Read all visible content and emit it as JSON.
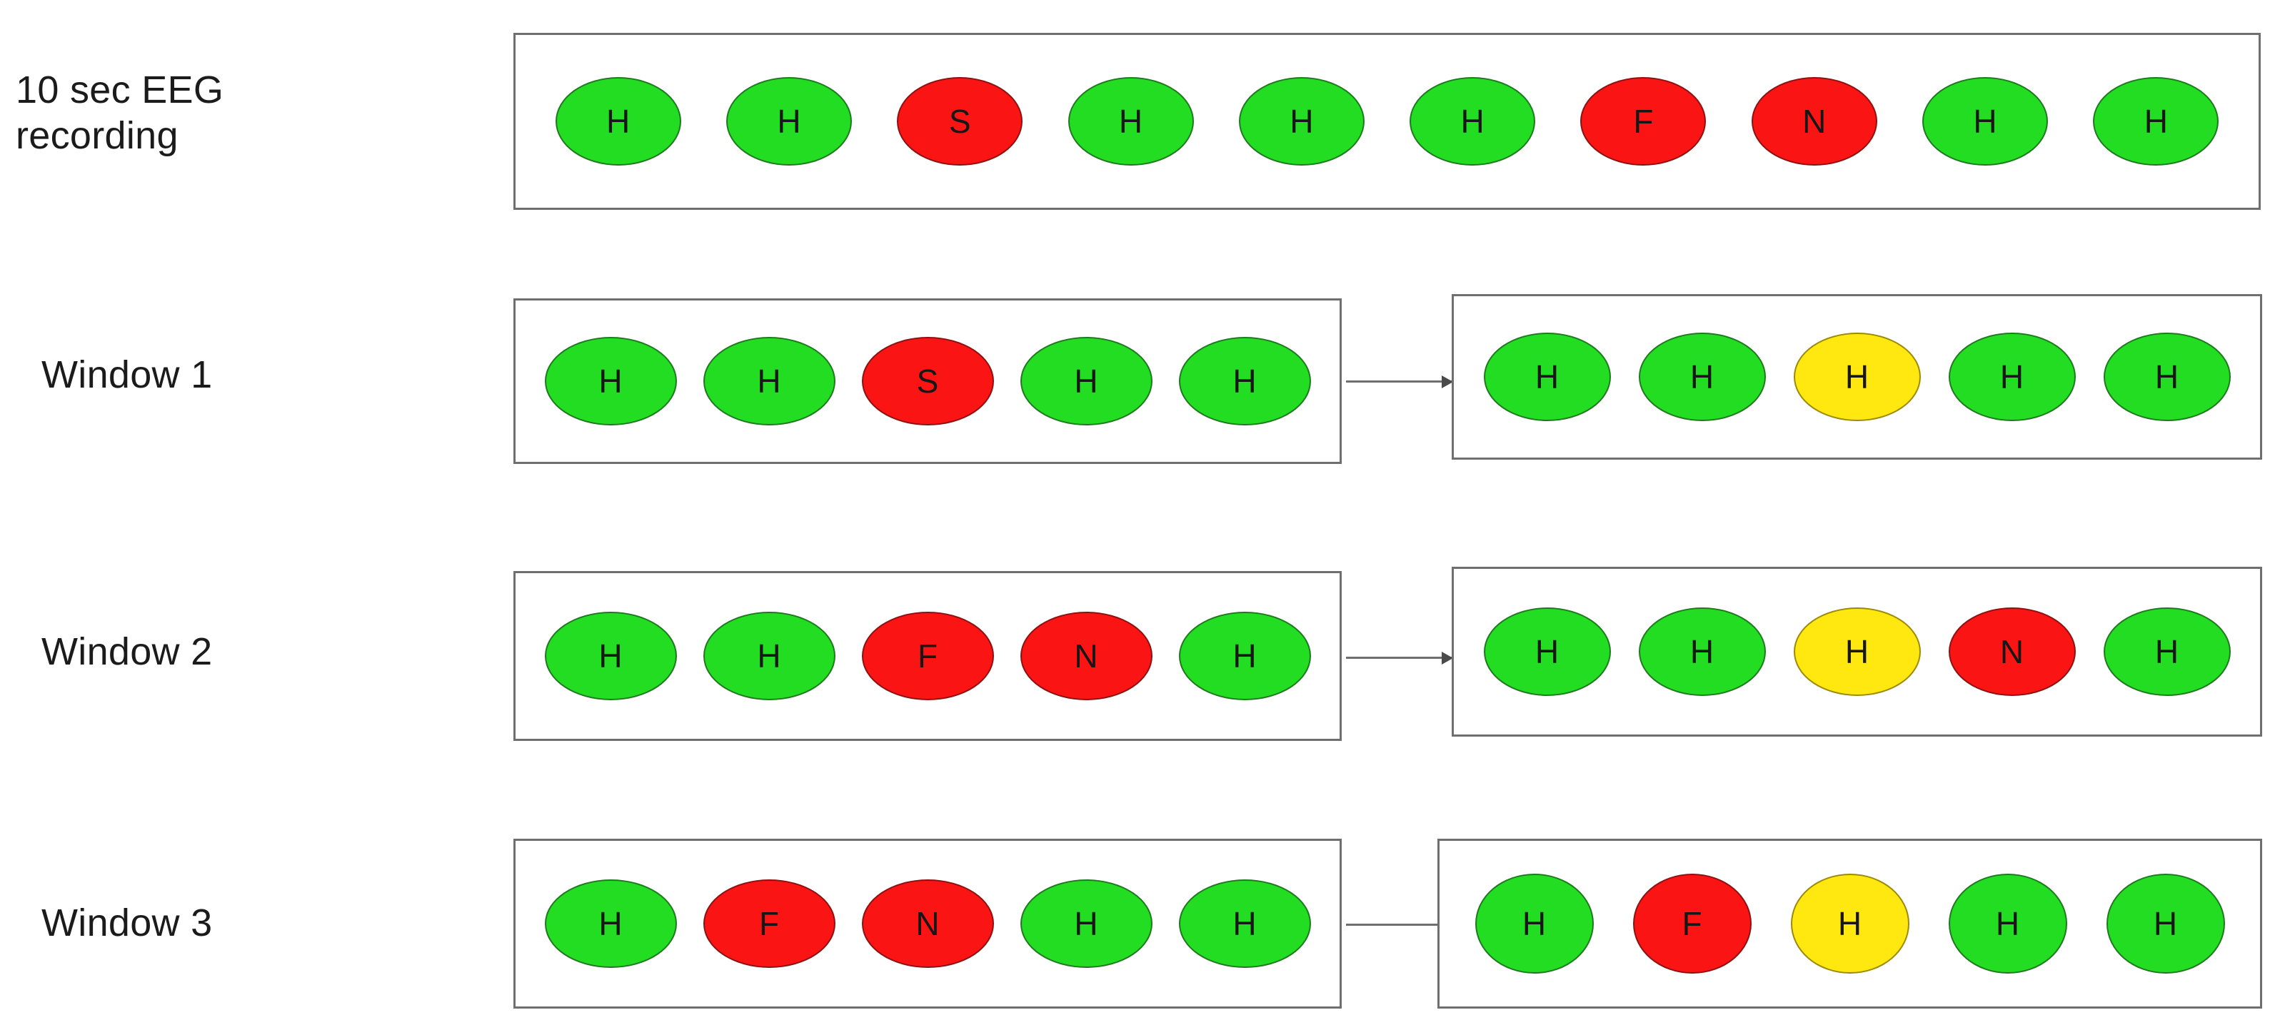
{
  "colors": {
    "green": "#22dd22",
    "red": "#fb1414",
    "yellow": "#ffe710",
    "box_border": "#6f6f6f",
    "arrow": "#6f6f6f",
    "text": "#1b1b1b"
  },
  "rows": [
    {
      "label": "10 sec EEG\nrecording",
      "left_box": {
        "tokens": [
          {
            "letter": "H",
            "color": "green"
          },
          {
            "letter": "H",
            "color": "green"
          },
          {
            "letter": "S",
            "color": "red"
          },
          {
            "letter": "H",
            "color": "green"
          },
          {
            "letter": "H",
            "color": "green"
          },
          {
            "letter": "H",
            "color": "green"
          },
          {
            "letter": "F",
            "color": "red"
          },
          {
            "letter": "N",
            "color": "red"
          },
          {
            "letter": "H",
            "color": "green"
          },
          {
            "letter": "H",
            "color": "green"
          }
        ]
      },
      "has_arrow": false,
      "right_box": null
    },
    {
      "label": "Window 1",
      "left_box": {
        "tokens": [
          {
            "letter": "H",
            "color": "green"
          },
          {
            "letter": "H",
            "color": "green"
          },
          {
            "letter": "S",
            "color": "red"
          },
          {
            "letter": "H",
            "color": "green"
          },
          {
            "letter": "H",
            "color": "green"
          }
        ]
      },
      "has_arrow": true,
      "right_box": {
        "tokens": [
          {
            "letter": "H",
            "color": "green"
          },
          {
            "letter": "H",
            "color": "green"
          },
          {
            "letter": "H",
            "color": "yellow"
          },
          {
            "letter": "H",
            "color": "green"
          },
          {
            "letter": "H",
            "color": "green"
          }
        ]
      }
    },
    {
      "label": "Window 2",
      "left_box": {
        "tokens": [
          {
            "letter": "H",
            "color": "green"
          },
          {
            "letter": "H",
            "color": "green"
          },
          {
            "letter": "F",
            "color": "red"
          },
          {
            "letter": "N",
            "color": "red"
          },
          {
            "letter": "H",
            "color": "green"
          }
        ]
      },
      "has_arrow": true,
      "right_box": {
        "tokens": [
          {
            "letter": "H",
            "color": "green"
          },
          {
            "letter": "H",
            "color": "green"
          },
          {
            "letter": "H",
            "color": "yellow"
          },
          {
            "letter": "N",
            "color": "red"
          },
          {
            "letter": "H",
            "color": "green"
          }
        ]
      }
    },
    {
      "label": "Window 3",
      "left_box": {
        "tokens": [
          {
            "letter": "H",
            "color": "green"
          },
          {
            "letter": "F",
            "color": "red"
          },
          {
            "letter": "N",
            "color": "red"
          },
          {
            "letter": "H",
            "color": "green"
          },
          {
            "letter": "H",
            "color": "green"
          }
        ]
      },
      "has_arrow": true,
      "right_box": {
        "tokens": [
          {
            "letter": "H",
            "color": "green"
          },
          {
            "letter": "F",
            "color": "red"
          },
          {
            "letter": "H",
            "color": "yellow"
          },
          {
            "letter": "H",
            "color": "green"
          },
          {
            "letter": "H",
            "color": "green"
          }
        ]
      }
    }
  ]
}
